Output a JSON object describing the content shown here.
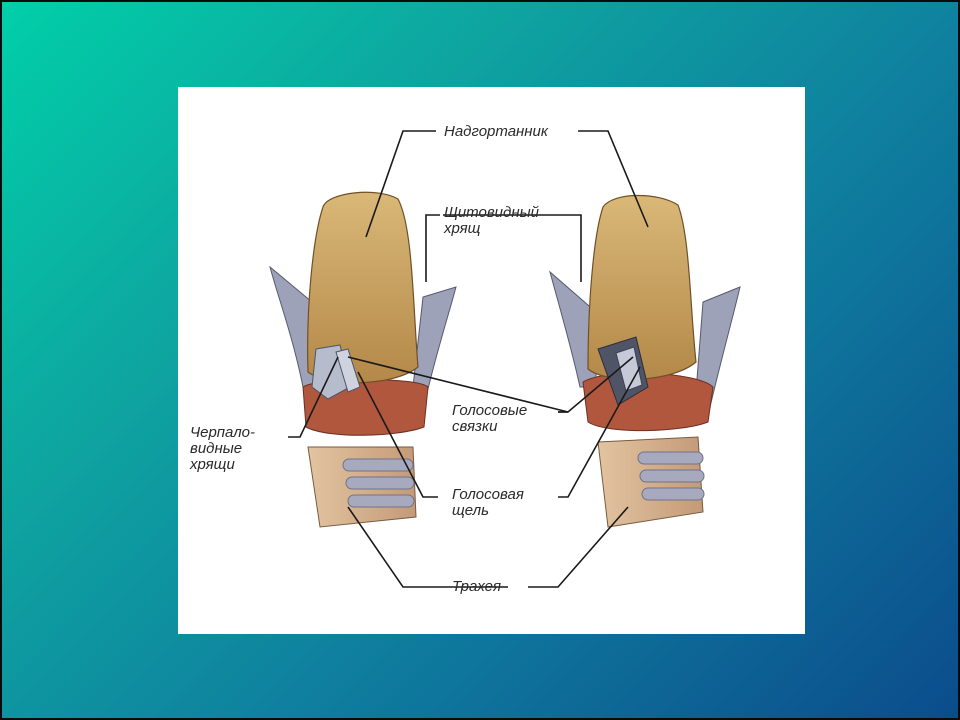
{
  "diagram": {
    "labels": {
      "epiglottis": "Надгортанник",
      "thyroid_line1": "Щитовидный",
      "thyroid_line2": "хрящ",
      "arytenoid_line1": "Черпало-",
      "arytenoid_line2": "видные",
      "arytenoid_line3": "хрящи",
      "vocal_cords_line1": "Голосовые",
      "vocal_cords_line2": "связки",
      "glottis_line1": "Голосовая",
      "glottis_line2": "щель",
      "trachea": "Трахея"
    }
  },
  "colors": {
    "background_start": "#00d0a8",
    "background_end": "#0b4c8c",
    "cartilage": "#c9a462",
    "muscle": "#b0573e",
    "membrane": "#9aa0b4"
  }
}
